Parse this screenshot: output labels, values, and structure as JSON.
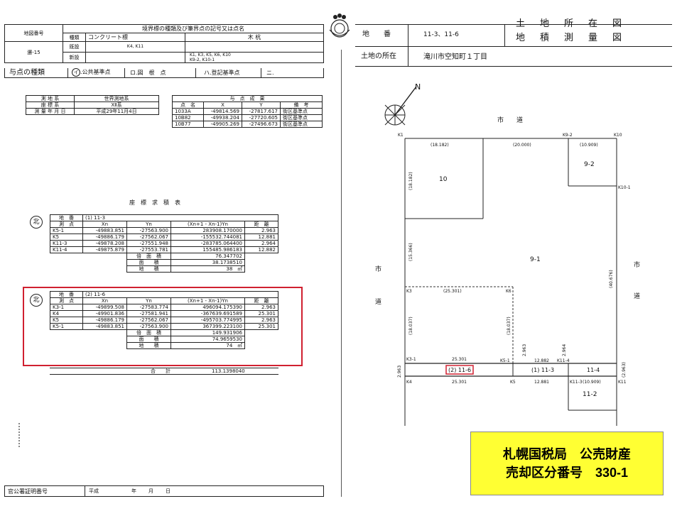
{
  "left": {
    "header": {
      "map_no_label": "地図番号",
      "map_no_value": "遷-15",
      "boundary_title": "境界標の種類及び筆界点の記号又は点名",
      "type_label": "種類",
      "concrete": "コンクリート標",
      "wood": "木 杭",
      "existing_label": "既設",
      "existing_concrete": "K4, K11",
      "new_label": "新設",
      "new_wood_1": "K1, K3, K5, K6, K10",
      "new_wood_2": "K9-2, K10-1"
    },
    "base_points": {
      "label": "与点の種類",
      "i_mark": "イ",
      "i_text": ".公共基準点",
      "ro": "ロ.図　根　点",
      "ha": "ハ.登記基準点",
      "ni": "ニ."
    },
    "survey": {
      "datum_label": "測 地 系",
      "datum_value": "世界測地系",
      "coord_label": "座 標 系",
      "coord_value": "ⅩⅡ系",
      "date_label": "測 量 年 月 日",
      "date_value": "平成29年11月4日"
    },
    "control": {
      "title": "与　点　成　果",
      "headers": [
        "点　名",
        "X",
        "Y",
        "備　考"
      ],
      "rows": [
        [
          "1033A",
          "-49814.569",
          "-27817.617",
          "街区基準点"
        ],
        [
          "10B82",
          "-49938.204",
          "-27720.605",
          "街区基準点"
        ],
        [
          "10B77",
          "-49905.269",
          "-27496.673",
          "街区基準点"
        ]
      ]
    },
    "calc_title": "座　標　求　積　表",
    "parcel1": {
      "mark": "北",
      "lot_label": "地　番",
      "lot_value": "(1) 11-3",
      "headers": [
        "測　点",
        "Xn",
        "Yn",
        "(Xn+1 - Xn-1)Yn",
        "距　離"
      ],
      "rows": [
        [
          "K5-1",
          "-49883.851",
          "-27563.900",
          "283908.170000",
          "2.963"
        ],
        [
          "K5",
          "-49886.179",
          "-27562.067",
          "-155532.744081",
          "12.881"
        ],
        [
          "K11-3",
          "-49878.208",
          "-27551.948",
          "-283785.064400",
          "2.964"
        ],
        [
          "K11-4",
          "-49875.879",
          "-27553.781",
          "155485.986183",
          "12.882"
        ]
      ],
      "double_area_label": "倍　面　積",
      "double_area": "76.347702",
      "area_label": "面　　積",
      "area": "38.1738510",
      "land_label": "地　　積",
      "land": "38",
      "unit": "㎡"
    },
    "parcel2": {
      "mark": "北",
      "lot_label": "地　番",
      "lot_value": "(2) 11-6",
      "headers": [
        "測　点",
        "Xn",
        "Yn",
        "(Xn+1 - Xn-1)Yn",
        "距　離"
      ],
      "rows": [
        [
          "K3-1",
          "-49899.508",
          "-27583.774",
          "496094.175390",
          "2.963"
        ],
        [
          "K4",
          "-49901.836",
          "-27581.941",
          "-367639.691589",
          "25.301"
        ],
        [
          "K5",
          "-49886.179",
          "-27562.067",
          "-495703.774995",
          "2.963"
        ],
        [
          "K5-1",
          "-49883.851",
          "-27563.900",
          "367399.223100",
          "25.301"
        ]
      ],
      "double_area_label": "倍　面　積",
      "double_area": "149.931906",
      "area_label": "面　　積",
      "area": "74.9659530",
      "land_label": "地　　積",
      "land": "74",
      "unit": "㎡"
    },
    "total_label": "合　　計",
    "total_value": "113.1398040",
    "cert": {
      "label": "官公署証明番号",
      "era": "平成",
      "year": "年",
      "month": "月",
      "day": "日"
    }
  },
  "right": {
    "lot_label": "地　　番",
    "lot_value": "11-3、11-6",
    "title_1": "土　地　所　在　図",
    "title_2": "地　積　測　量　図",
    "location_label": "土地の所在",
    "location_value": "滝川市空知町１丁目",
    "north": "N",
    "map": {
      "road_top": "市　　道",
      "road_left_1": "市",
      "road_left_2": "道",
      "road_right_1": "市",
      "road_right_2": "道",
      "parcel_10": "10",
      "parcel_9_2": "9-2",
      "parcel_9_1": "9-1",
      "parcel_11_2": "11-2",
      "parcel_11_6": "(2) 11-6",
      "parcel_11_3": "(1) 11-3",
      "parcel_11_4": "11-4",
      "points": {
        "k1": "K1",
        "k9_2": "K9-2",
        "k10": "K10",
        "k10_1": "K10-1",
        "k3": "K3",
        "k6": "K6",
        "k3_1": "K3-1",
        "k5_1": "K5-1",
        "k11_4": "K11-4",
        "k4": "K4",
        "k5": "K5",
        "k11_3": "K11-3",
        "k11": "K11"
      },
      "dims": {
        "top_10": "(18.182)",
        "top_mid": "(20.000)",
        "top_92": "(10.909)",
        "left_10": "(18.182)",
        "left_91": "(15.366)",
        "right_91": "(40.676)",
        "k3_k6": "(25.301)",
        "left_k3": "(18.037)",
        "right_k6": "(18.037)",
        "left_edge": "2.963",
        "k5_v": "2.963",
        "k11_v": "2.964",
        "top_116": "25.301",
        "top_113": "12.882",
        "bottom_116": "25.301",
        "bottom_113": "12.881",
        "right_edge": "(2.963)",
        "bottom_112": "(10.909)"
      }
    }
  },
  "notice": {
    "line1": "札幌国税局　公売財産",
    "line2": "売却区分番号　330-1"
  },
  "colors": {
    "highlight": "#d02030",
    "notice_bg": "#ffff33"
  }
}
